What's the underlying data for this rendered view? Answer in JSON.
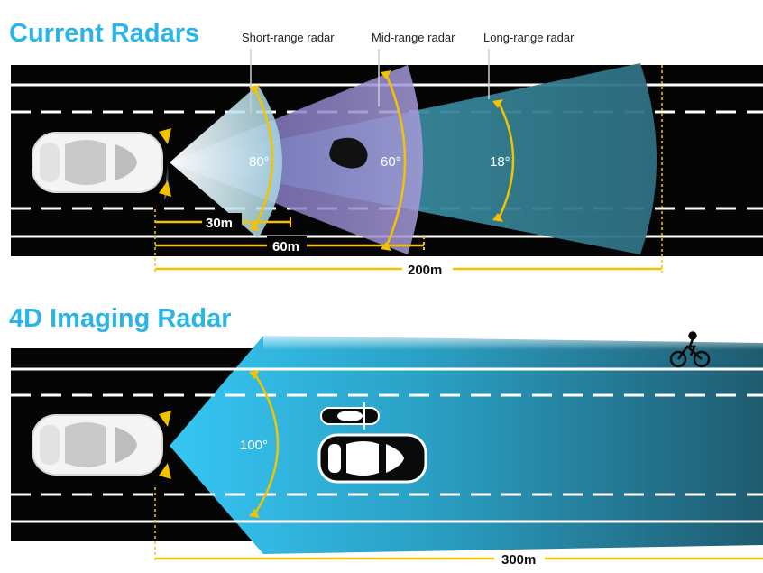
{
  "colors": {
    "heading": "#2bb5e6",
    "road": "#050505",
    "lane_line": "#ffffff",
    "arc": "#f3c300",
    "measure_line": "#f3c300",
    "short_beam": "#a9d8e6",
    "mid_beam": "#9b8fd0",
    "long_beam": "#3a8fa3",
    "imaging_beam": "#35c4f0"
  },
  "current": {
    "title": "Current Radars",
    "short_label": "Short-range radar",
    "mid_label": "Mid-range radar",
    "long_label": "Long-range radar",
    "short_angle": "80°",
    "mid_angle": "60°",
    "long_angle": "18°",
    "short_dist": "30m",
    "mid_dist": "60m",
    "long_dist": "200m"
  },
  "imaging": {
    "title": "4D Imaging Radar",
    "angle": "100°",
    "dist": "300m"
  },
  "icons": [
    "car-icon",
    "motorcycle-icon",
    "bicycle-icon",
    "obstacle-icon"
  ]
}
